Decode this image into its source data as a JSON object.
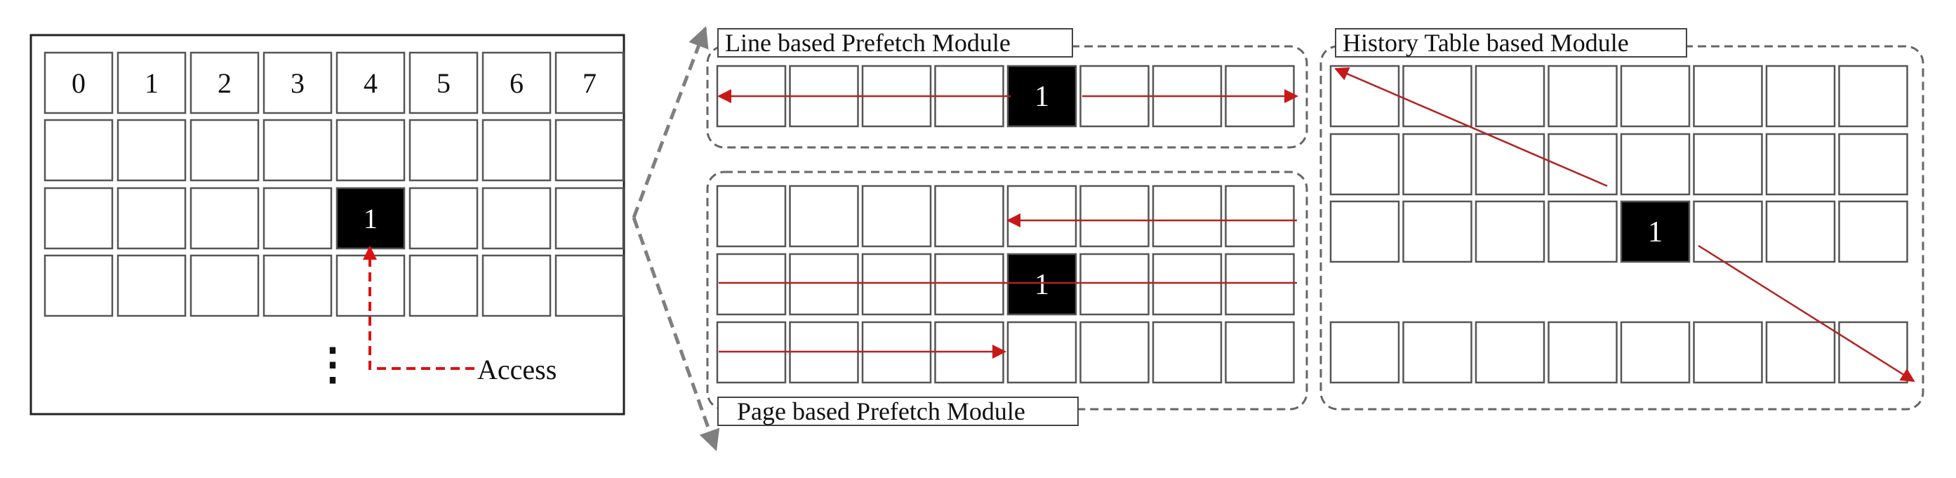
{
  "memory_grid": {
    "column_headers": [
      "0",
      "1",
      "2",
      "3",
      "4",
      "5",
      "6",
      "7"
    ],
    "accessed_cell_label": "1",
    "continuation_glyph": "⋮",
    "access_label": "Access"
  },
  "line_module": {
    "title": "Line based Prefetch Module",
    "accessed_cell_label": "1"
  },
  "page_module": {
    "title": "Page based Prefetch Module",
    "accessed_cell_label": "1"
  },
  "history_module": {
    "title": "History Table  based Module",
    "accessed_cell_label": "1"
  },
  "colors": {
    "prefetch_arrow": "#b22222",
    "access_arrow": "#dd1111",
    "accessed_fill": "#000000",
    "cell_border": "#555555",
    "dashed_outline": "#666666",
    "fan_arrow": "#7f7f7f"
  }
}
